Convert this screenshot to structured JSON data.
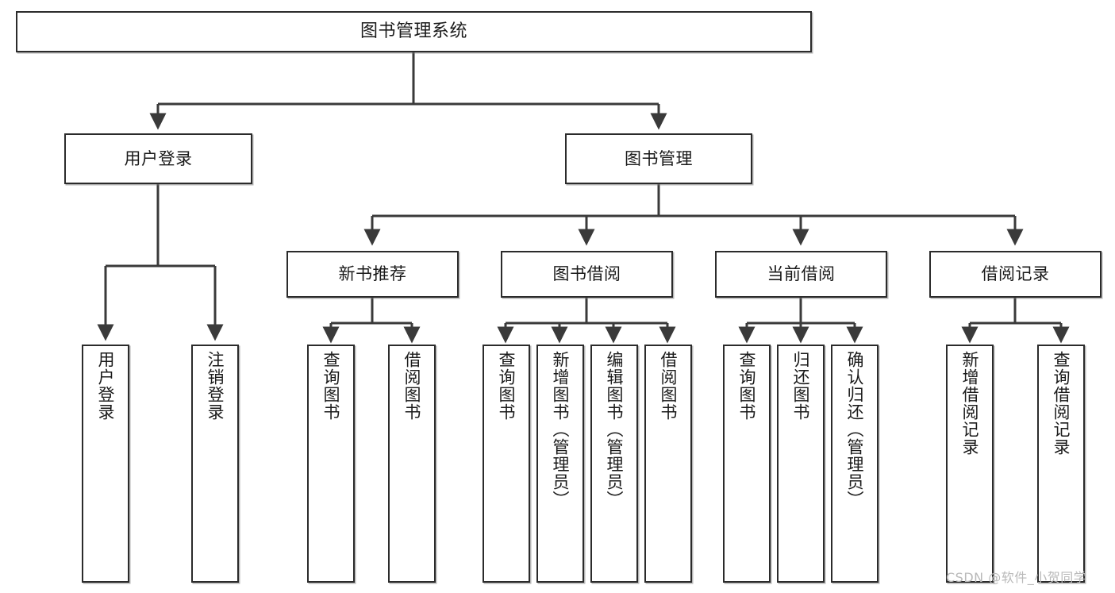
{
  "diagram": {
    "type": "hierarchy-tree",
    "title": "图书管理系统",
    "watermark": "CSDN @软件_小贺同学",
    "colors": {
      "box_border": "#2b2b2b",
      "box_fill": "#ffffff",
      "edge": "#3a3a3a",
      "text": "#1a1a1a",
      "watermark": "#b9b9b9"
    },
    "nodes": {
      "root": {
        "label": "图书管理系统"
      },
      "level2": [
        {
          "label": "用户登录"
        },
        {
          "label": "图书管理"
        }
      ],
      "level3": [
        {
          "label": "新书推荐"
        },
        {
          "label": "图书借阅"
        },
        {
          "label": "当前借阅"
        },
        {
          "label": "借阅记录"
        }
      ],
      "leaves_user_login": [
        {
          "label": "用户登录"
        },
        {
          "label": "注销登录"
        }
      ],
      "leaves_new_book": [
        {
          "label": "查询图书"
        },
        {
          "label": "借阅图书"
        }
      ],
      "leaves_borrow": [
        {
          "label": "查询图书"
        },
        {
          "label": "新增图书（管理员）"
        },
        {
          "label": "编辑图书（管理员）"
        },
        {
          "label": "借阅图书"
        }
      ],
      "leaves_current": [
        {
          "label": "查询图书"
        },
        {
          "label": "归还图书"
        },
        {
          "label": "确认归还（管理员）"
        }
      ],
      "leaves_record": [
        {
          "label": "新增借阅记录"
        },
        {
          "label": "查询借阅记录"
        }
      ]
    }
  }
}
